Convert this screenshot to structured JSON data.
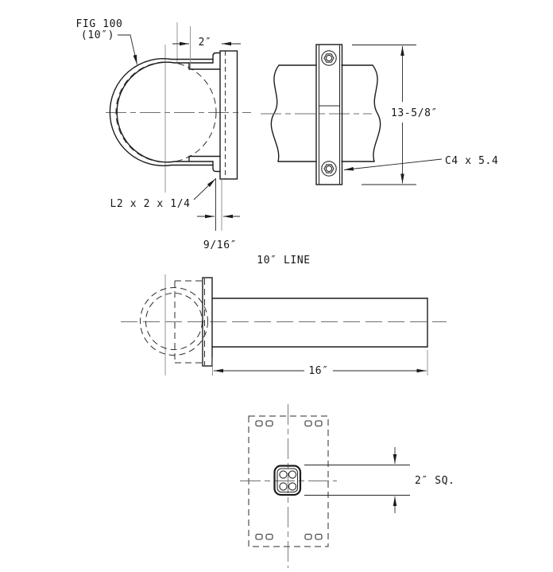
{
  "drawing": {
    "front_view": {
      "fig_label": "FIG 100",
      "fig_size": "(10″)",
      "dim_angle_leg": "2″",
      "angle_label": "L2 x 2 x 1/4",
      "dim_offset": "9/16″"
    },
    "side_view": {
      "dim_height": "13-5/8″",
      "channel_label": "C4 x 5.4"
    },
    "elevation_view": {
      "line_label": "10″ LINE",
      "dim_length": "16″"
    },
    "plan_view": {
      "dim_square": "2″ SQ."
    },
    "colors": {
      "line": "#1c1c1c",
      "thin_line": "#8a8a8a",
      "background": "#ffffff"
    }
  }
}
